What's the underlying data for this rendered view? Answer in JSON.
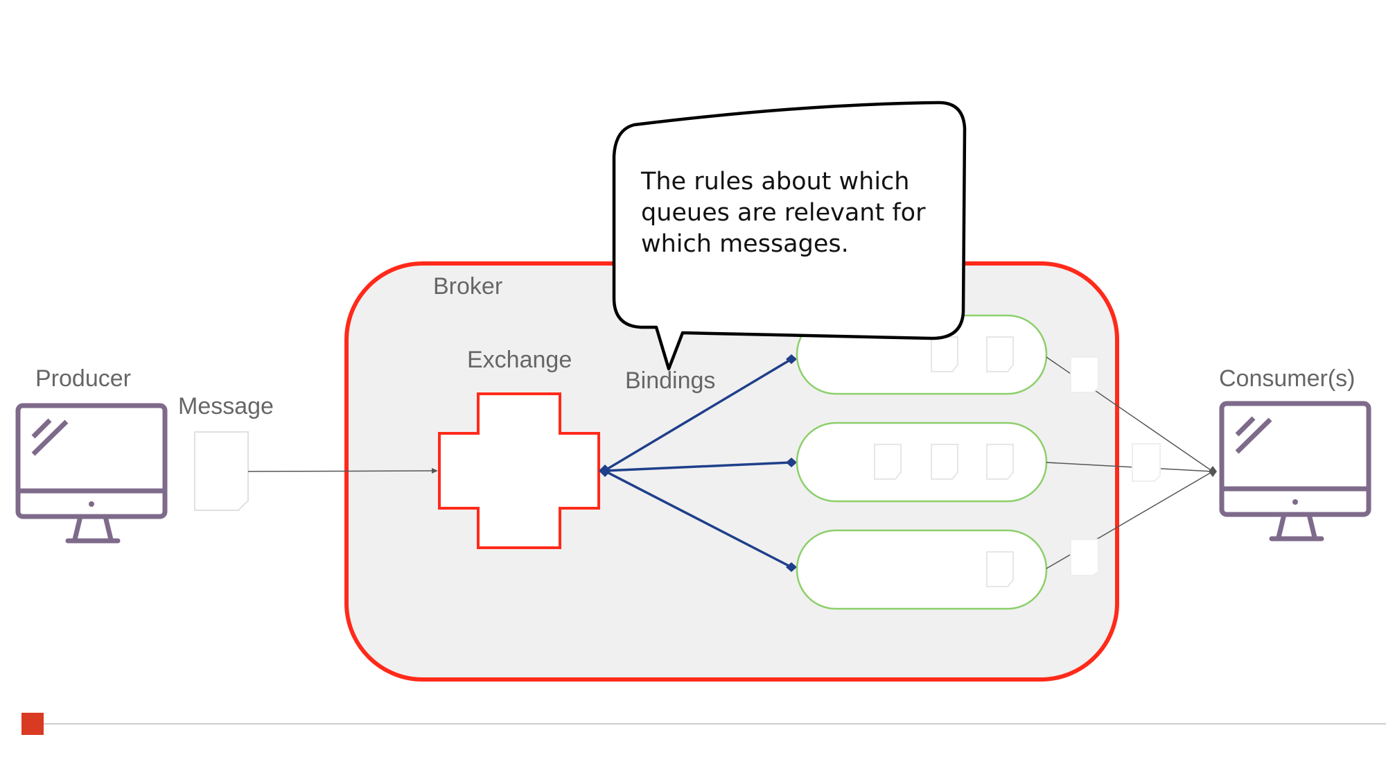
{
  "labels": {
    "producer": "Producer",
    "message": "Message",
    "broker": "Broker",
    "exchange": "Exchange",
    "bindings": "Bindings",
    "consumers": "Consumer(s)"
  },
  "callout": {
    "lines": [
      "The rules about which",
      "queues are relevant for",
      "which messages."
    ]
  },
  "colors": {
    "broker_border": "#ff2a1a",
    "broker_fill": "#f0f0f0",
    "exchange_border": "#ff2a1a",
    "binding_line": "#1f3f8a",
    "queue_border": "#8ccf6a",
    "computer": "#7e6a8a",
    "slide_accent": "#d93a22"
  },
  "icons": {
    "producer": "computer-monitor-icon",
    "consumer": "computer-monitor-icon",
    "message": "document-icon",
    "exchange": "cross-shape-icon"
  }
}
